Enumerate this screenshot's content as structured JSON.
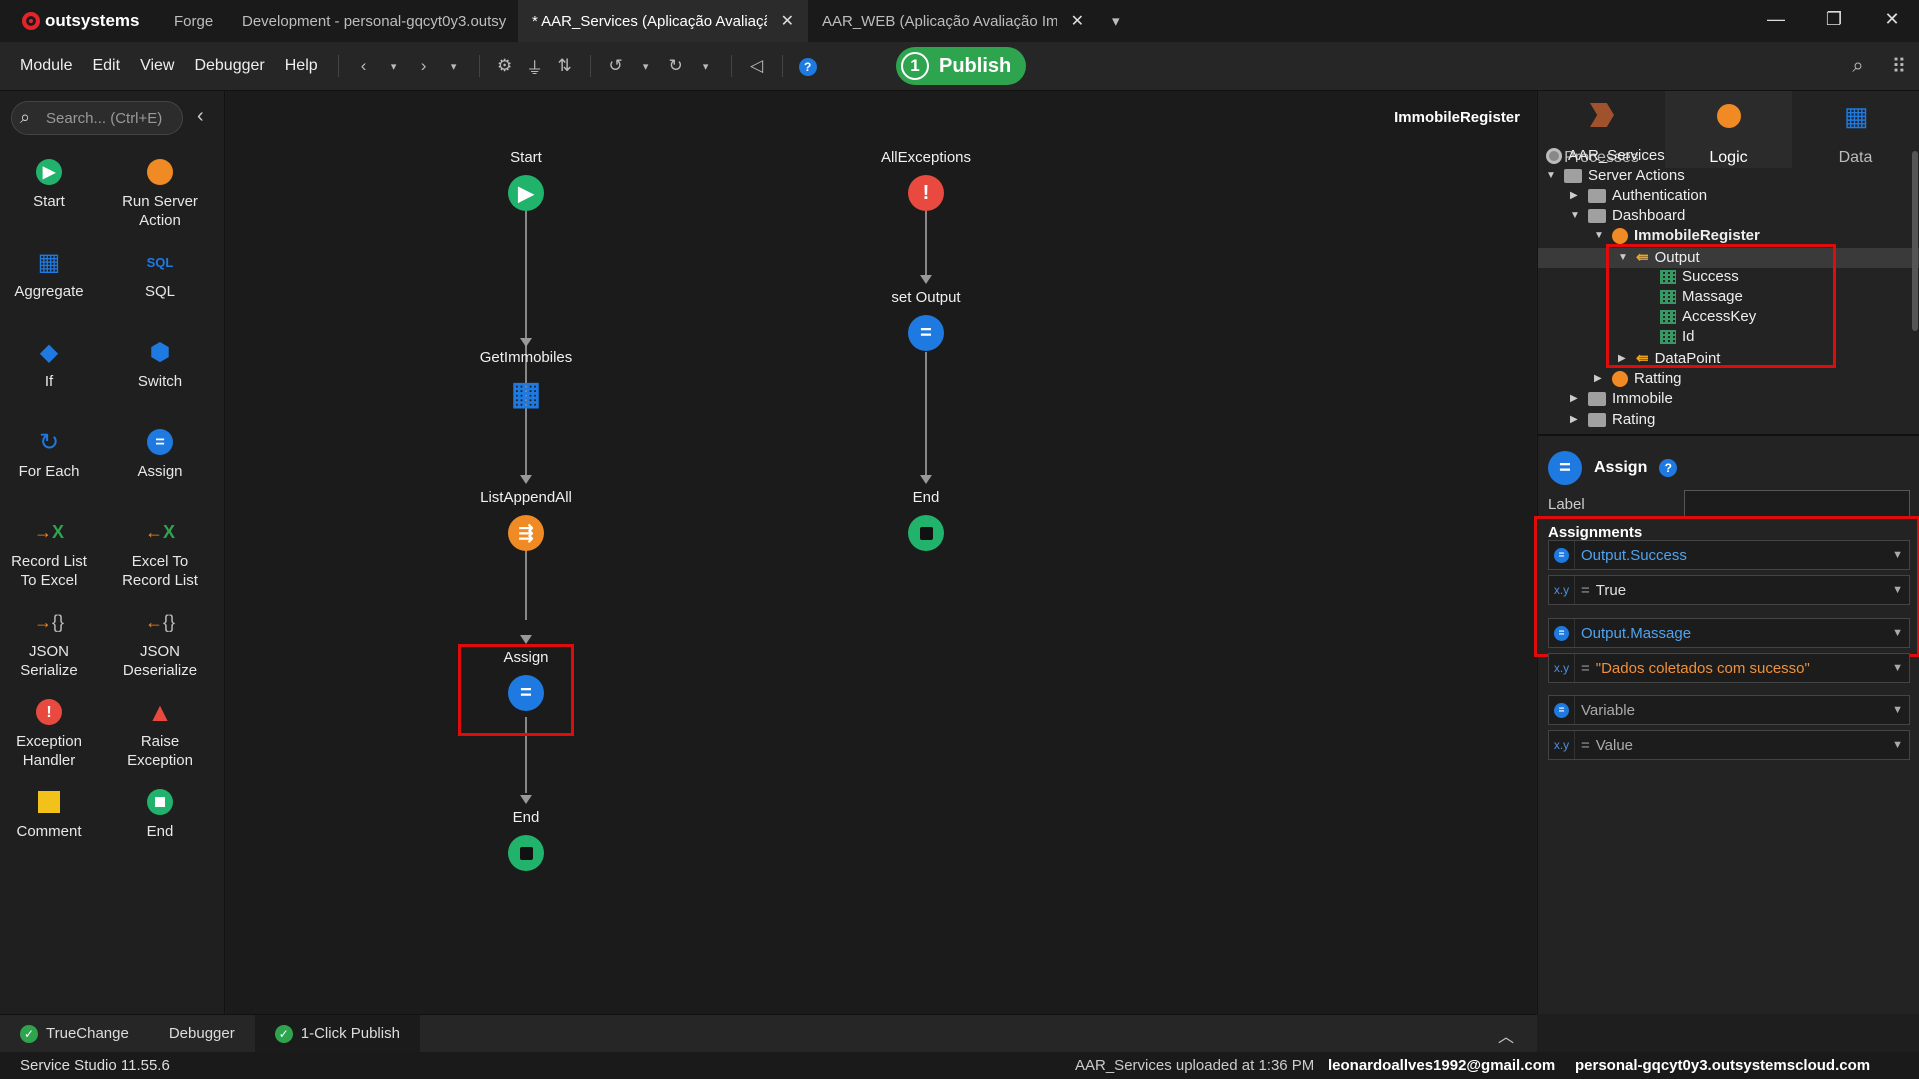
{
  "app": {
    "brand": "outsystems",
    "version": "Service Studio 11.55.6"
  },
  "tabs": [
    {
      "label": "Forge"
    },
    {
      "label": "Development - personal-gqcyt0y3.outsy"
    },
    {
      "label": "* AAR_Services (Aplicação Avaliação"
    },
    {
      "label": "AAR_WEB (Aplicação Avaliação Imó"
    }
  ],
  "menu": [
    "Module",
    "Edit",
    "View",
    "Debugger",
    "Help"
  ],
  "publish": {
    "count": "1",
    "label": "Publish"
  },
  "toolbox": {
    "search_placeholder": "Search... (Ctrl+E)",
    "tools": [
      {
        "label": "Start",
        "icon": "start-icon"
      },
      {
        "label": "Run Server Action",
        "icon": "server-action-icon"
      },
      {
        "label": "Aggregate",
        "icon": "aggregate-icon"
      },
      {
        "label": "SQL",
        "icon": "sql-icon"
      },
      {
        "label": "If",
        "icon": "if-icon"
      },
      {
        "label": "Switch",
        "icon": "switch-icon"
      },
      {
        "label": "For Each",
        "icon": "foreach-icon"
      },
      {
        "label": "Assign",
        "icon": "assign-icon"
      },
      {
        "label": "Record List To Excel",
        "icon": "excel-export-icon"
      },
      {
        "label": "Excel To Record List",
        "icon": "excel-import-icon"
      },
      {
        "label": "JSON Serialize",
        "icon": "json-serialize-icon"
      },
      {
        "label": "JSON Deserialize",
        "icon": "json-deserialize-icon"
      },
      {
        "label": "Exception Handler",
        "icon": "exception-icon"
      },
      {
        "label": "Raise Exception",
        "icon": "raise-exception-icon"
      },
      {
        "label": "Comment",
        "icon": "comment-icon"
      },
      {
        "label": "End",
        "icon": "end-icon"
      }
    ]
  },
  "canvas": {
    "title": "ImmobileRegister",
    "flow1": [
      "Start",
      "GetImmobiles",
      "ListAppendAll",
      "Assign",
      "End"
    ],
    "flow2": [
      "AllExceptions",
      "set Output",
      "End"
    ]
  },
  "rpanel": {
    "tabs": [
      "Processes",
      "Logic",
      "Data"
    ],
    "tree": {
      "root": "AAR_Services",
      "server_actions": "Server Actions",
      "authentication": "Authentication",
      "dashboard": "Dashboard",
      "action": "ImmobileRegister",
      "output": "Output",
      "fields": [
        "Success",
        "Massage",
        "AccessKey",
        "Id"
      ],
      "datapoint": "DataPoint",
      "ratting": "Ratting",
      "immobile": "Immobile",
      "rating": "Rating"
    },
    "props": {
      "title": "Assign",
      "label_caption": "Label",
      "label_value": "",
      "assignments_caption": "Assignments",
      "a1_var": "Output.Success",
      "a1_val": "True",
      "a2_var": "Output.Massage",
      "a2_val": "\"Dados coletados com sucesso\"",
      "var_placeholder": "Variable",
      "val_placeholder": "Value",
      "expr_prefix": "x.y",
      "eq": "="
    }
  },
  "bottom_tabs": [
    "TrueChange",
    "Debugger",
    "1-Click Publish"
  ],
  "status": {
    "uploaded": "AAR_Services uploaded at 1:36 PM",
    "user": "leonardoallves1992@gmail.com",
    "env": "personal-gqcyt0y3.outsystemscloud.com"
  },
  "colors": {
    "accent": "#2fa44f",
    "highlight": "#e00b0b",
    "assign_blue": "#1e7ae0",
    "start_green": "#21b36b",
    "exception_red": "#e84a3f",
    "orange": "#f08a24"
  }
}
